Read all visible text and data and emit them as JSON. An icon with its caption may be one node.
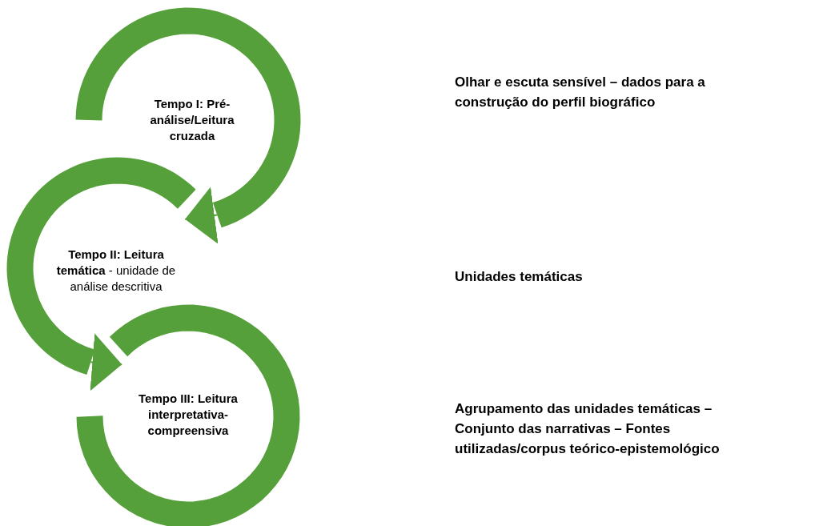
{
  "diagram": {
    "nodes": [
      {
        "text": [
          "Tempo I: Pré-análise/Leitura cruzada"
        ]
      },
      {
        "text": [
          "**Tempo II: Leitura temática** - unidade de análise descritiva"
        ]
      },
      {
        "text": [
          "Tempo III: Leitura interpretativa-compreensiva"
        ]
      }
    ],
    "edges": [
      {
        "from": 0,
        "to": 1,
        "arrow": "to"
      },
      {
        "from": 1,
        "to": 2,
        "arrow": "to"
      }
    ],
    "labels": [
      "Olhar e escuta sensível – dados para a construção do perfil biográfico",
      "Unidades temáticas",
      "Agrupamento das unidades temáticas – Conjunto das narrativas – Fontes utilizadas/corpus teórico-epistemológico"
    ]
  }
}
